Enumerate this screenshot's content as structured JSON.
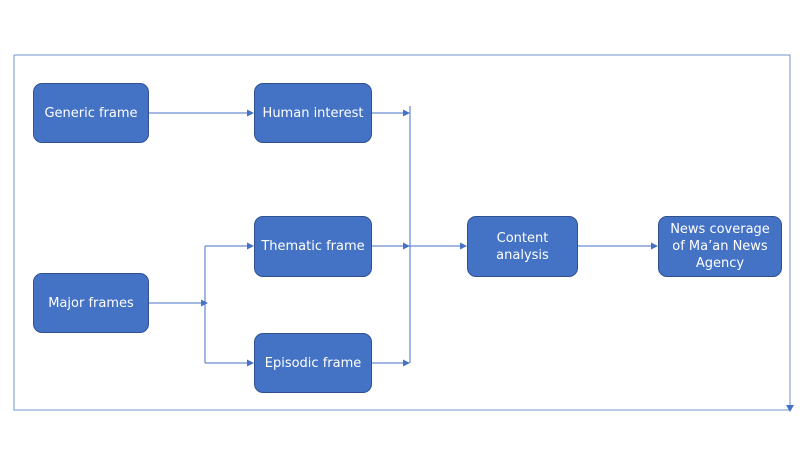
{
  "nodes": {
    "generic_frame": "Generic frame",
    "human_interest": "Human interest",
    "thematic_frame": "Thematic frame",
    "major_frames": "Major frames",
    "episodic_frame": "Episodic frame",
    "content_analysis": "Content analysis",
    "news_coverage": "News coverage of Ma’an News Agency"
  },
  "colors": {
    "node_fill": "#4472c4",
    "node_border": "#2f528f",
    "connector": "#4472c4",
    "outer_frame": "#6f93c8"
  }
}
